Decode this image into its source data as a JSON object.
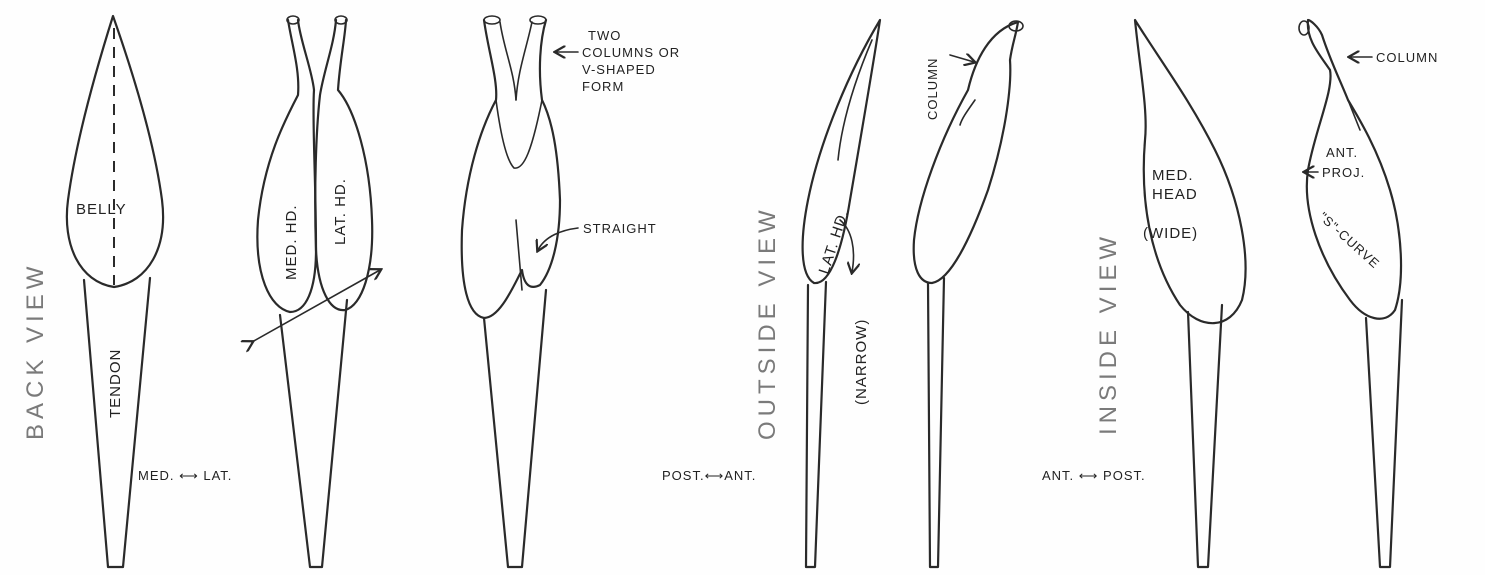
{
  "view_titles": {
    "back": "BACK VIEW",
    "outside": "OUTSIDE VIEW",
    "inside": "INSIDE VIEW"
  },
  "labels": {
    "belly": "BELLY",
    "tendon": "TENDON",
    "med_hd": "MED. HD.",
    "lat_hd": "LAT. HD.",
    "two_columns_1": "TWO",
    "two_columns_2": "COLUMNS OR",
    "two_columns_3": "V-SHAPED",
    "two_columns_4": "FORM",
    "straight": "STRAIGHT",
    "lat_hd_outside": "LAT. HD.",
    "narrow": "(NARROW)",
    "column_outside": "COLUMN",
    "med_head_1": "MED.",
    "med_head_2": "HEAD",
    "wide": "(WIDE)",
    "column_inside": "COLUMN",
    "ant_proj_1": "ANT.",
    "ant_proj_2": "PROJ.",
    "s_curve": "\"S\"-CURVE"
  },
  "direction_labels": {
    "med_lat": "MED. ⟷ LAT.",
    "post_ant": "POST.⟷ANT.",
    "ant_post": "ANT. ⟷ POST."
  }
}
